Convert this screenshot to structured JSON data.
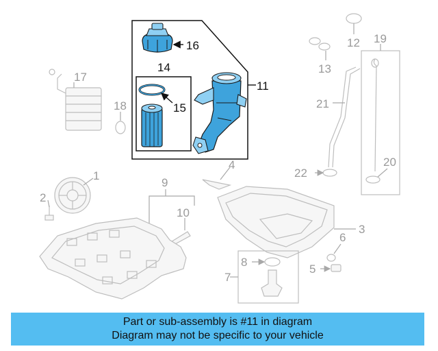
{
  "callouts": {
    "c1": "1",
    "c2": "2",
    "c3": "3",
    "c4": "4",
    "c5": "5",
    "c6": "6",
    "c7": "7",
    "c8": "8",
    "c9": "9",
    "c10": "10",
    "c11": "11",
    "c12": "12",
    "c13": "13",
    "c14": "14",
    "c15": "15",
    "c16": "16",
    "c17": "17",
    "c18": "18",
    "c19": "19",
    "c20": "20",
    "c21": "21",
    "c22": "22"
  },
  "highlight": {
    "color": "#3ea3dc",
    "assembly": "11"
  },
  "banner": {
    "line1": "Part or sub-assembly is #11 in diagram",
    "line2": "Diagram may not be specific to your vehicle",
    "color": "#54bdf1"
  }
}
